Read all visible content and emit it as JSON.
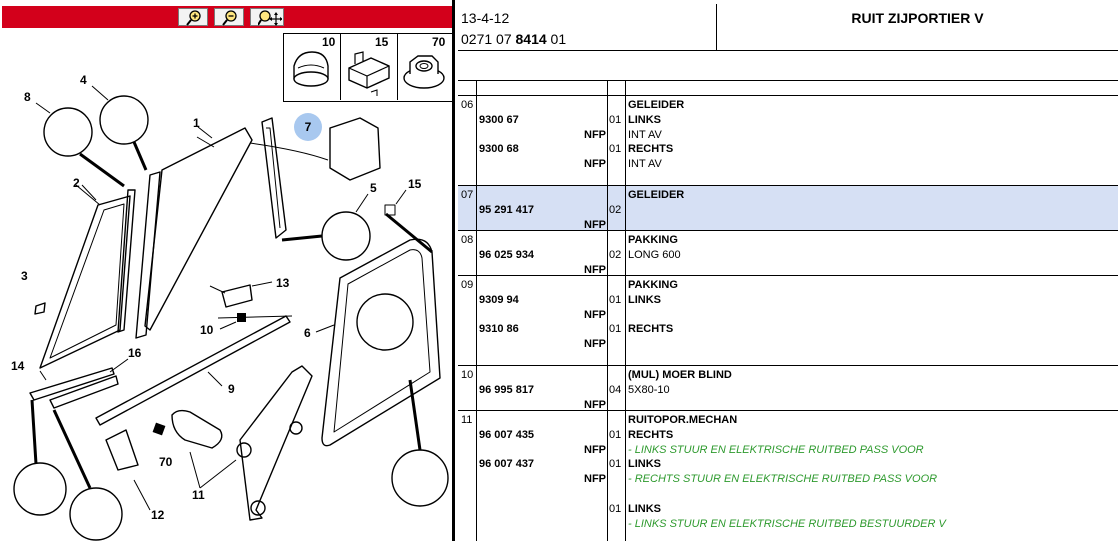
{
  "toolbar": {
    "buttons": [
      {
        "name": "zoom-in",
        "icon": "zoom-in-icon"
      },
      {
        "name": "zoom-out",
        "icon": "zoom-out-icon"
      },
      {
        "name": "zoom-pan",
        "icon": "zoom-pan-icon"
      }
    ],
    "color": "#d3001b"
  },
  "inset": {
    "items": [
      "10",
      "15",
      "70"
    ]
  },
  "diagram": {
    "labels": [
      "1",
      "2",
      "3",
      "4",
      "5",
      "6",
      "7",
      "8",
      "9",
      "10",
      "11",
      "12",
      "13",
      "14",
      "15",
      "16",
      "70"
    ],
    "highlight": "7",
    "highlight_color": "#a8c8ef"
  },
  "header": {
    "date": "13-4-12",
    "ref_prefix": "0271 07 ",
    "ref_bold": "8414",
    "ref_suffix": " 01",
    "title": "RUIT ZIJPORTIER V"
  },
  "groups": [
    {
      "no": "06",
      "selected": false,
      "rows": [
        {
          "pn": "",
          "nfp": "",
          "qty": "",
          "text": "GELEIDER",
          "style": "b"
        },
        {
          "pn": "9300 67",
          "nfp": "",
          "qty": "01",
          "text": "LINKS",
          "style": "b"
        },
        {
          "pn": "",
          "nfp": "NFP",
          "qty": "",
          "text": "INT AV",
          "style": ""
        },
        {
          "pn": "9300 68",
          "nfp": "",
          "qty": "01",
          "text": "RECHTS",
          "style": "b"
        },
        {
          "pn": "",
          "nfp": "NFP",
          "qty": "",
          "text": "INT AV",
          "style": ""
        }
      ]
    },
    {
      "no": "07",
      "selected": true,
      "rows": [
        {
          "pn": "",
          "nfp": "",
          "qty": "",
          "text": "GELEIDER",
          "style": "b"
        },
        {
          "pn": "95 291 417",
          "nfp": "",
          "qty": "02",
          "text": "",
          "style": ""
        },
        {
          "pn": "",
          "nfp": "NFP",
          "qty": "",
          "text": "",
          "style": ""
        }
      ]
    },
    {
      "no": "08",
      "selected": false,
      "rows": [
        {
          "pn": "",
          "nfp": "",
          "qty": "",
          "text": "PAKKING",
          "style": "b"
        },
        {
          "pn": "96 025 934",
          "nfp": "",
          "qty": "02",
          "text": "LONG 600",
          "style": ""
        },
        {
          "pn": "",
          "nfp": "NFP",
          "qty": "",
          "text": "",
          "style": ""
        }
      ]
    },
    {
      "no": "09",
      "selected": false,
      "rows": [
        {
          "pn": "",
          "nfp": "",
          "qty": "",
          "text": "PAKKING",
          "style": "b"
        },
        {
          "pn": "9309 94",
          "nfp": "",
          "qty": "01",
          "text": "LINKS",
          "style": "b"
        },
        {
          "pn": "",
          "nfp": "NFP",
          "qty": "",
          "text": "",
          "style": ""
        },
        {
          "pn": "9310 86",
          "nfp": "",
          "qty": "01",
          "text": "RECHTS",
          "style": "b"
        },
        {
          "pn": "",
          "nfp": "NFP",
          "qty": "",
          "text": "",
          "style": ""
        }
      ]
    },
    {
      "no": "10",
      "selected": false,
      "rows": [
        {
          "pn": "",
          "nfp": "",
          "qty": "",
          "text": "(MUL) MOER BLIND",
          "style": "b"
        },
        {
          "pn": "96 995 817",
          "nfp": "",
          "qty": "04",
          "text": "5X80-10",
          "style": ""
        },
        {
          "pn": "",
          "nfp": "NFP",
          "qty": "",
          "text": "",
          "style": ""
        }
      ]
    },
    {
      "no": "11",
      "selected": false,
      "rows": [
        {
          "pn": "",
          "nfp": "",
          "qty": "",
          "text": "RUITOPOR.MECHAN",
          "style": "b"
        },
        {
          "pn": "96 007 435",
          "nfp": "",
          "qty": "01",
          "text": "RECHTS",
          "style": "b"
        },
        {
          "pn": "",
          "nfp": "NFP",
          "qty": "",
          "text": "- LINKS STUUR EN ELEKTRISCHE RUITBED PASS VOOR",
          "style": "g"
        },
        {
          "pn": "96 007 437",
          "nfp": "",
          "qty": "01",
          "text": "LINKS",
          "style": "b"
        },
        {
          "pn": "",
          "nfp": "NFP",
          "qty": "",
          "text": "- RECHTS STUUR EN ELEKTRISCHE RUITBED PASS VOOR",
          "style": "g"
        },
        {
          "pn": "",
          "nfp": "",
          "qty": "",
          "text": "",
          "style": ""
        },
        {
          "pn": "",
          "nfp": "",
          "qty": "01",
          "text": "LINKS",
          "style": "b"
        },
        {
          "pn": "",
          "nfp": "",
          "qty": "",
          "text": "- LINKS STUUR EN ELEKTRISCHE RUITBED BESTUURDER V",
          "style": "g"
        }
      ]
    }
  ]
}
